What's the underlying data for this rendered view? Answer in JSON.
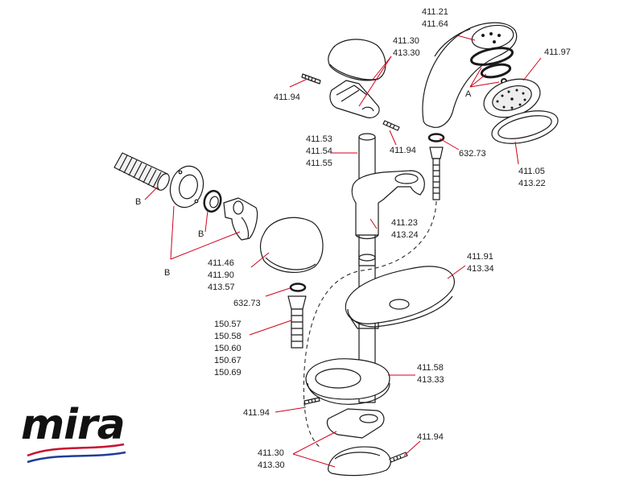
{
  "brand": {
    "name": "mira",
    "wave_colors": [
      "#c8102e",
      "#1f3d99"
    ]
  },
  "colors": {
    "leader": "#d0021b",
    "outline": "#1a1a1a",
    "fill": "#ffffff",
    "shade": "#d9d9d9"
  },
  "callouts": {
    "c_411_21": [
      "411.21",
      "411.64"
    ],
    "c_411_30_top": [
      "411.30",
      "413.30"
    ],
    "c_411_94_a": [
      "411.94"
    ],
    "c_411_97": [
      "411.97"
    ],
    "c_a": [
      "A"
    ],
    "c_411_53": [
      "411.53",
      "411.54",
      "411.55"
    ],
    "c_411_94_b": [
      "411.94"
    ],
    "c_632_73_a": [
      "632.73"
    ],
    "c_411_05": [
      "411.05",
      "413.22"
    ],
    "c_b1": [
      "B"
    ],
    "c_411_23": [
      "411.23",
      "413.24"
    ],
    "c_b2": [
      "B"
    ],
    "c_411_91": [
      "411.91",
      "413.34"
    ],
    "c_b3": [
      "B"
    ],
    "c_411_46": [
      "411.46",
      "411.90",
      "413.57"
    ],
    "c_632_73_b": [
      "632.73"
    ],
    "c_150_57": [
      "150.57",
      "150.58",
      "150.60",
      "150.67",
      "150.69"
    ],
    "c_411_58": [
      "411.58",
      "413.33"
    ],
    "c_411_94_c": [
      "411.94"
    ],
    "c_411_94_d": [
      "411.94"
    ],
    "c_411_30_bot": [
      "411.30",
      "413.30"
    ]
  }
}
